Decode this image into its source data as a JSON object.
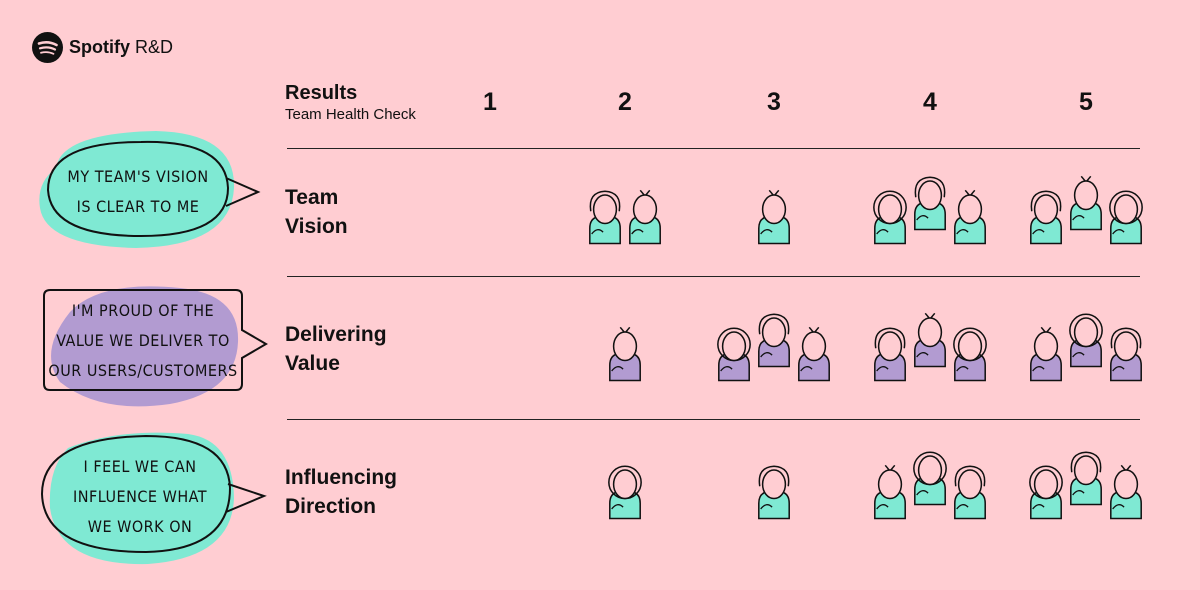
{
  "brand": {
    "name_bold": "Spotify",
    "name_rest": " R&D",
    "logo_icon": "spotify-logo-icon"
  },
  "header": {
    "title": "Results",
    "subtitle": "Team Health Check"
  },
  "scale": [
    "1",
    "2",
    "3",
    "4",
    "5"
  ],
  "colors": {
    "background": "#ffcdd2",
    "teal": "#7fe9d3",
    "purple": "#b29bd1",
    "ink": "#111111"
  },
  "rows": [
    {
      "category_line1": "Team",
      "category_line2": "Vision",
      "statement_lines": [
        "My team's vision",
        "is clear to me"
      ],
      "accent": "teal",
      "counts": [
        0,
        2,
        1,
        3,
        3
      ]
    },
    {
      "category_line1": "Delivering",
      "category_line2": "Value",
      "statement_lines": [
        "I'm proud of the",
        "value we deliver to",
        "our users/customers"
      ],
      "accent": "purple",
      "counts": [
        0,
        1,
        3,
        3,
        3
      ]
    },
    {
      "category_line1": "Influencing",
      "category_line2": "Direction",
      "statement_lines": [
        "I feel we can",
        "influence what",
        "we work on"
      ],
      "accent": "teal",
      "counts": [
        0,
        1,
        1,
        3,
        3
      ]
    }
  ]
}
